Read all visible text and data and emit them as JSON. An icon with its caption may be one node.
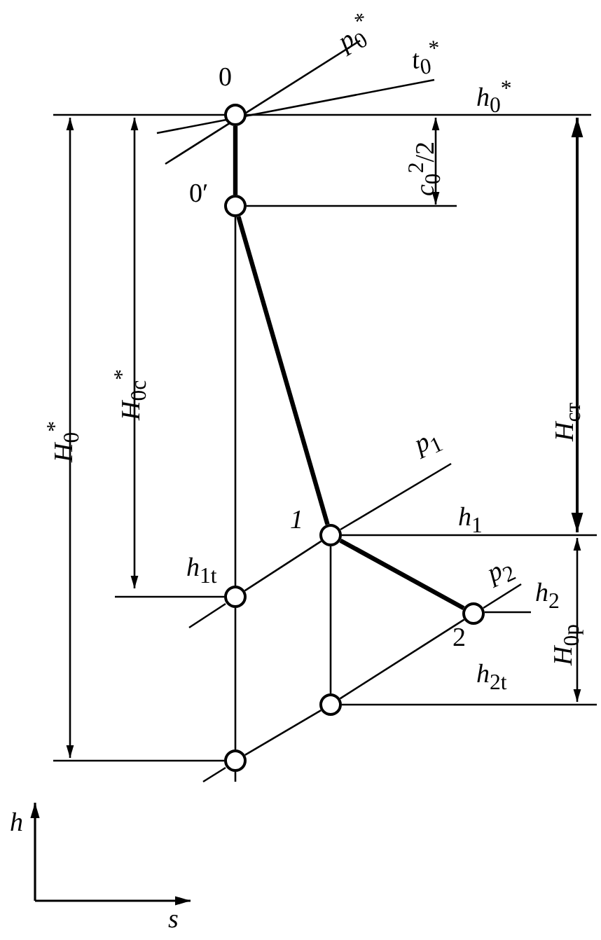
{
  "diagram": {
    "nodes": [
      {
        "text": [
          "0"
        ]
      },
      {
        "text": [
          "0′"
        ]
      },
      {
        "text": [
          "*1*"
        ]
      },
      {
        "text": [],
        "shape": "circle"
      },
      {
        "text": [
          "2"
        ]
      },
      {
        "text": [],
        "shape": "circle"
      },
      {
        "text": [],
        "shape": "circle"
      }
    ],
    "edges": [
      {
        "from": 0,
        "to": 1,
        "arrow": "none",
        "style": "thick"
      },
      {
        "from": 1,
        "to": 2,
        "arrow": "none",
        "style": "thick"
      },
      {
        "from": 2,
        "to": 4,
        "arrow": "none",
        "style": "thick"
      },
      {
        "from": 1,
        "to": 3,
        "arrow": "none"
      },
      {
        "from": 3,
        "to": 6,
        "arrow": "none"
      },
      {
        "from": 2,
        "to": 5,
        "arrow": "none"
      },
      {
        "from": 3,
        "to": 2,
        "arrow": "none"
      },
      {
        "from": 6,
        "to": 5,
        "arrow": "none"
      },
      {
        "from": 5,
        "to": 4,
        "arrow": "none"
      }
    ],
    "labels": [
      "*p*$_{0}$$^{*}$",
      "*t*$_{0}$$^{*}$",
      "*h*$_{0}$$^{*}$",
      "*c*$_{0}$$^{2}$/2",
      "*H*$_{0с}$$^{*}$",
      "*H*$_{0}$$^{*}$",
      "*H*$_{ст}$",
      "*p*$_{1}$",
      "*h*$_{1}$",
      "*h*$_{1t}$",
      "*p*$_{2}$",
      "*h*$_{2}$",
      "*H*$_{0р}$",
      "*h*$_{2t}$",
      "*h*",
      "*s*"
    ]
  }
}
